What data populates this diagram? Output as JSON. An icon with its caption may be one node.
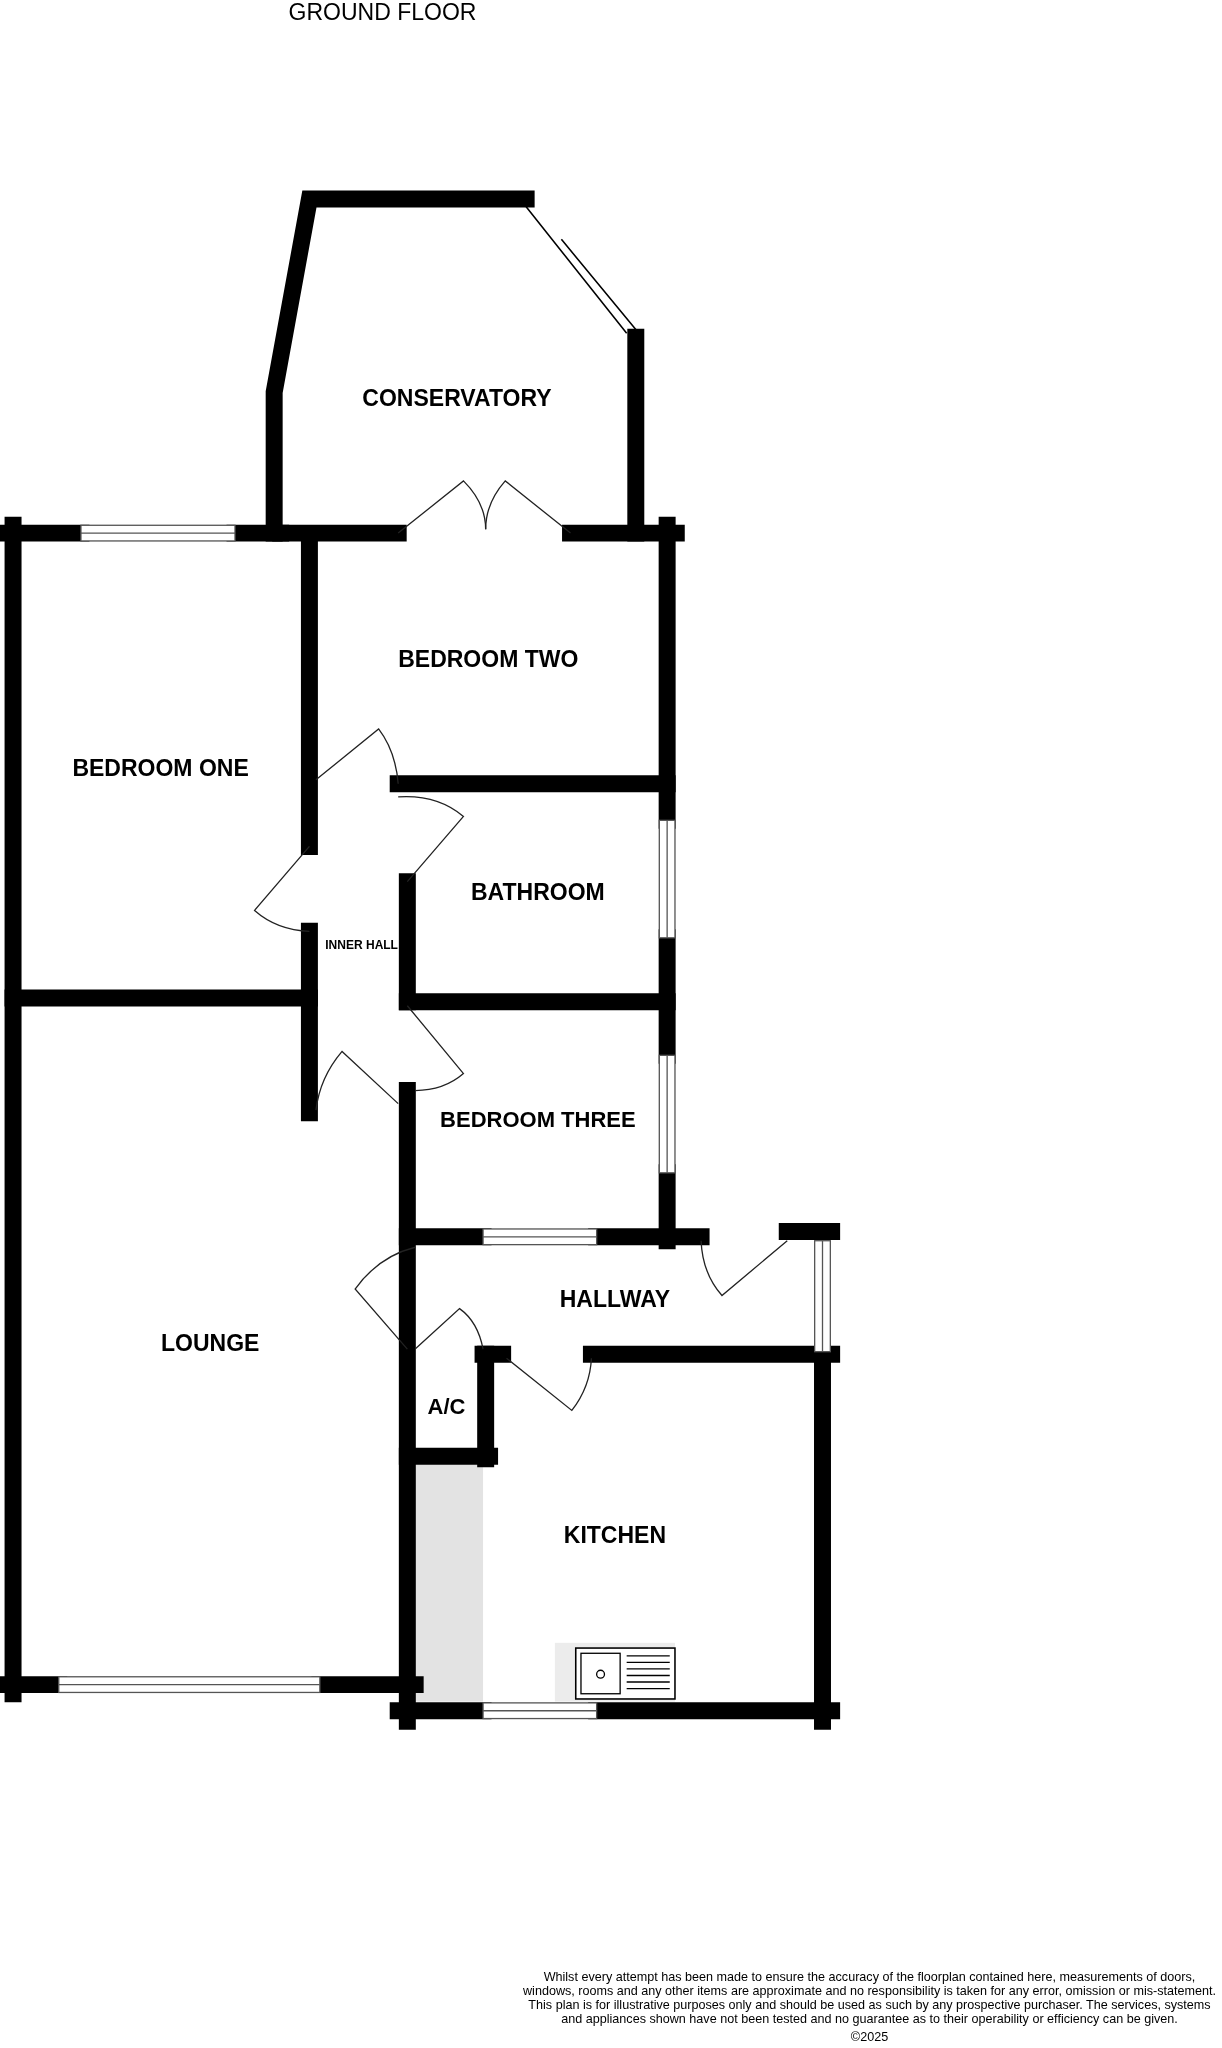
{
  "diagram": {
    "title": "GROUND FLOOR",
    "labels": [
      "CONSERVATORY",
      "BEDROOM TWO",
      "BEDROOM ONE",
      "BATHROOM",
      "INNER HALL",
      "BEDROOM THREE",
      "HALLWAY",
      "LOUNGE",
      "A/C",
      "KITCHEN",
      "Whilst every attempt has been made to ensure the accuracy of the floorplan contained here, measurements of doors, windows, rooms and any other items are approximate and no responsibility is taken for any error, omission or mis-statement. This plan is for illustrative purposes only and should be used as such by any prospective purchaser. The services, systems and appliances shown have not been tested and no guarantee as to their operability or efficiency can be given.",
      "©2025"
    ]
  }
}
